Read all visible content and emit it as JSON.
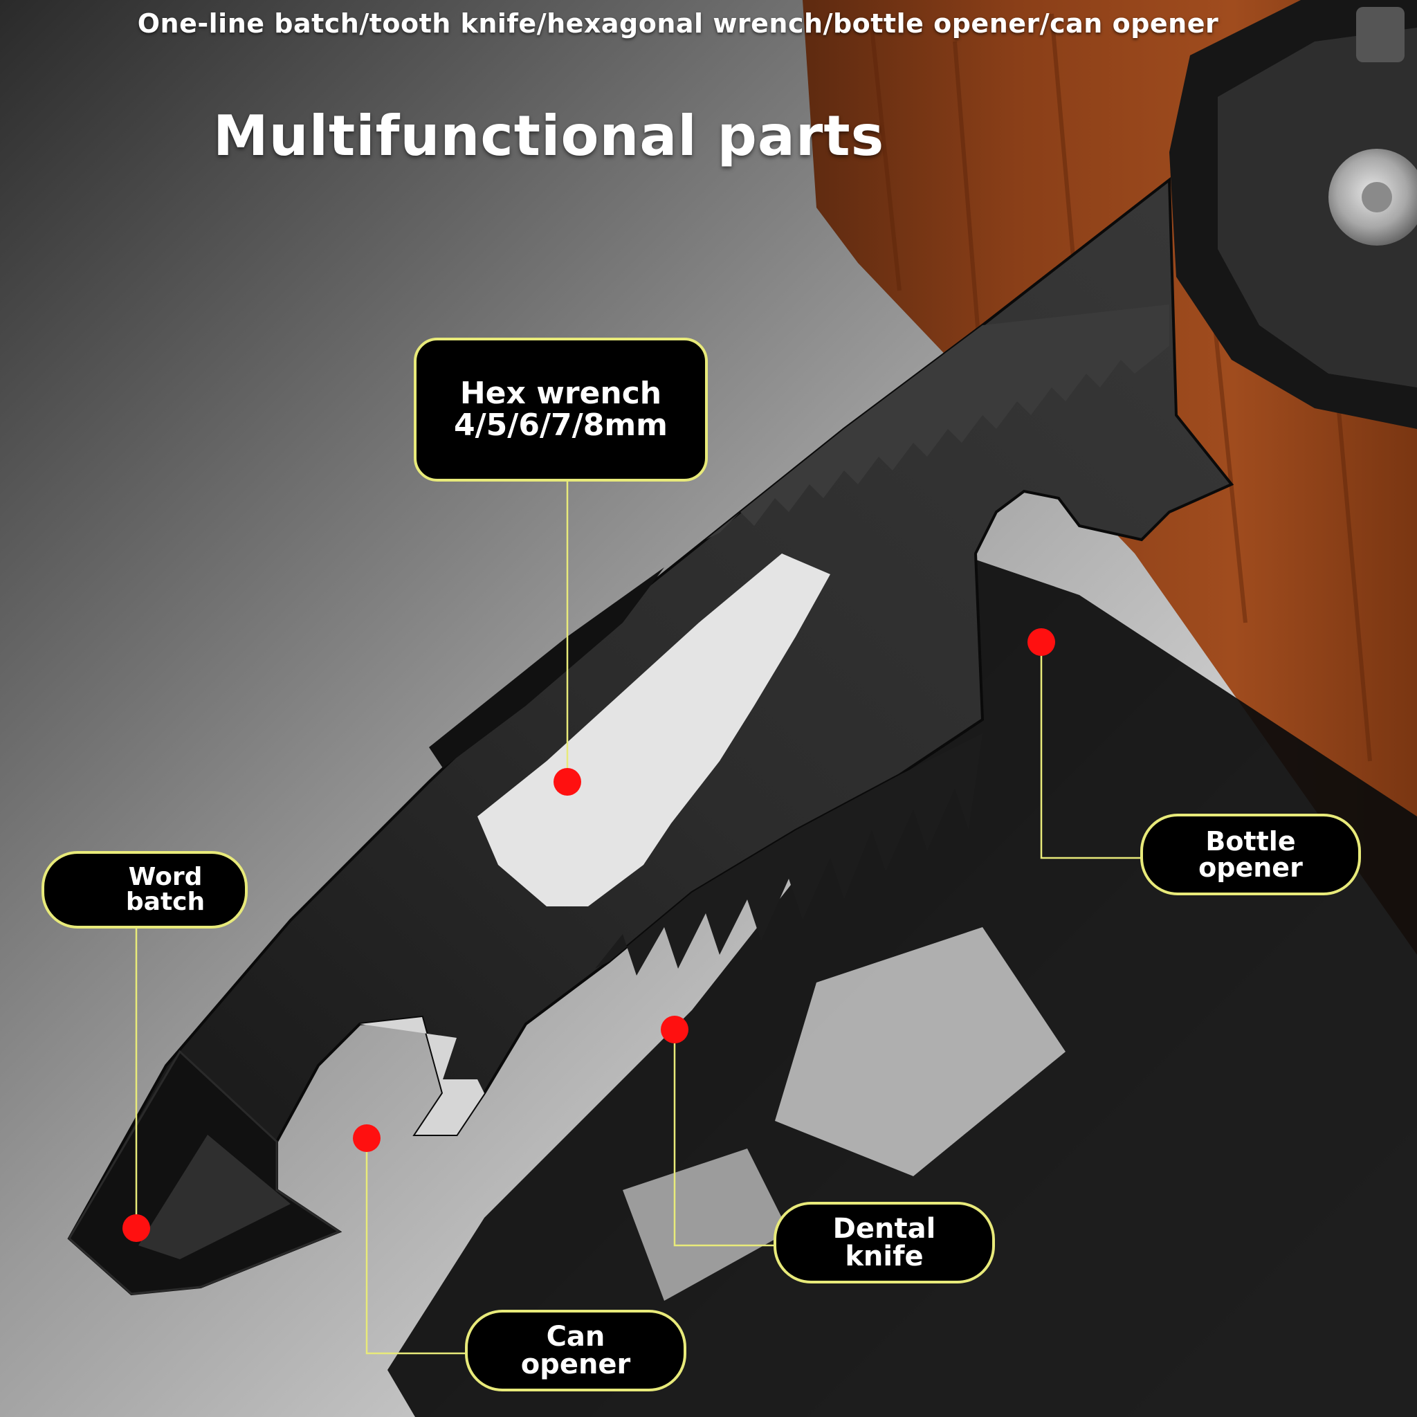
{
  "header": {
    "subtitle": "One-line batch/tooth knife/hexagonal wrench/bottle opener/can opener",
    "title": "Multifunctional parts"
  },
  "callouts": {
    "hex_wrench": {
      "line1": "Hex wrench",
      "line2": "4/5/6/7/8mm"
    },
    "word_batch": {
      "line1": "Word",
      "line2": "batch"
    },
    "bottle_opener": {
      "line1": "Bottle",
      "line2": "opener"
    },
    "dental_knife": {
      "line1": "Dental",
      "line2": "knife"
    },
    "can_opener": {
      "line1": "Can",
      "line2": "opener"
    }
  },
  "colors": {
    "callout_border": "#e8ea7a",
    "marker_dot": "#ff1010",
    "callout_fill": "#000000",
    "text": "#ffffff"
  }
}
